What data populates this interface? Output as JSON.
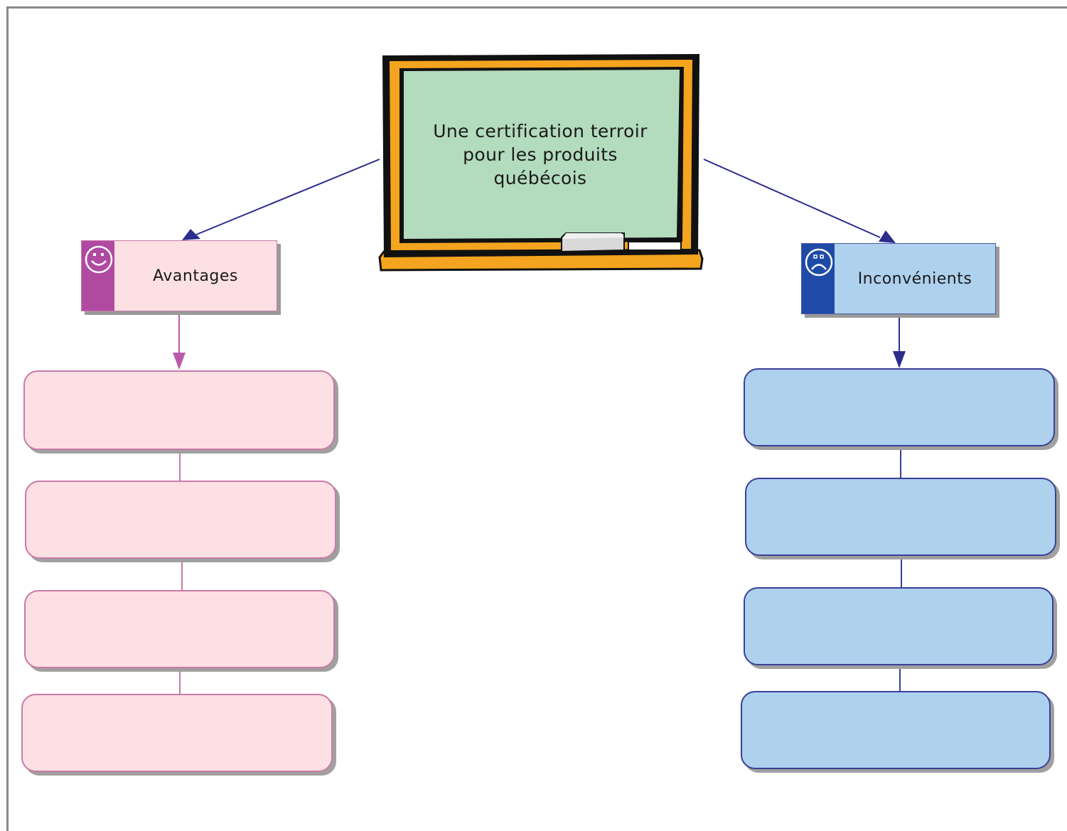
{
  "central_topic": {
    "lines": [
      "Une certification terroir",
      "pour les produits",
      "québécois"
    ]
  },
  "advantages": {
    "label": "Avantages",
    "icon": "smiley-face-icon",
    "accent_color": "#b04aa0",
    "fill_color": "#fce0e3",
    "items": [
      "",
      "",
      "",
      ""
    ]
  },
  "disadvantages": {
    "label": "Inconvénients",
    "icon": "sad-face-icon",
    "accent_color": "#1f4aa8",
    "fill_color": "#aed1ee",
    "items": [
      "",
      "",
      "",
      ""
    ]
  }
}
